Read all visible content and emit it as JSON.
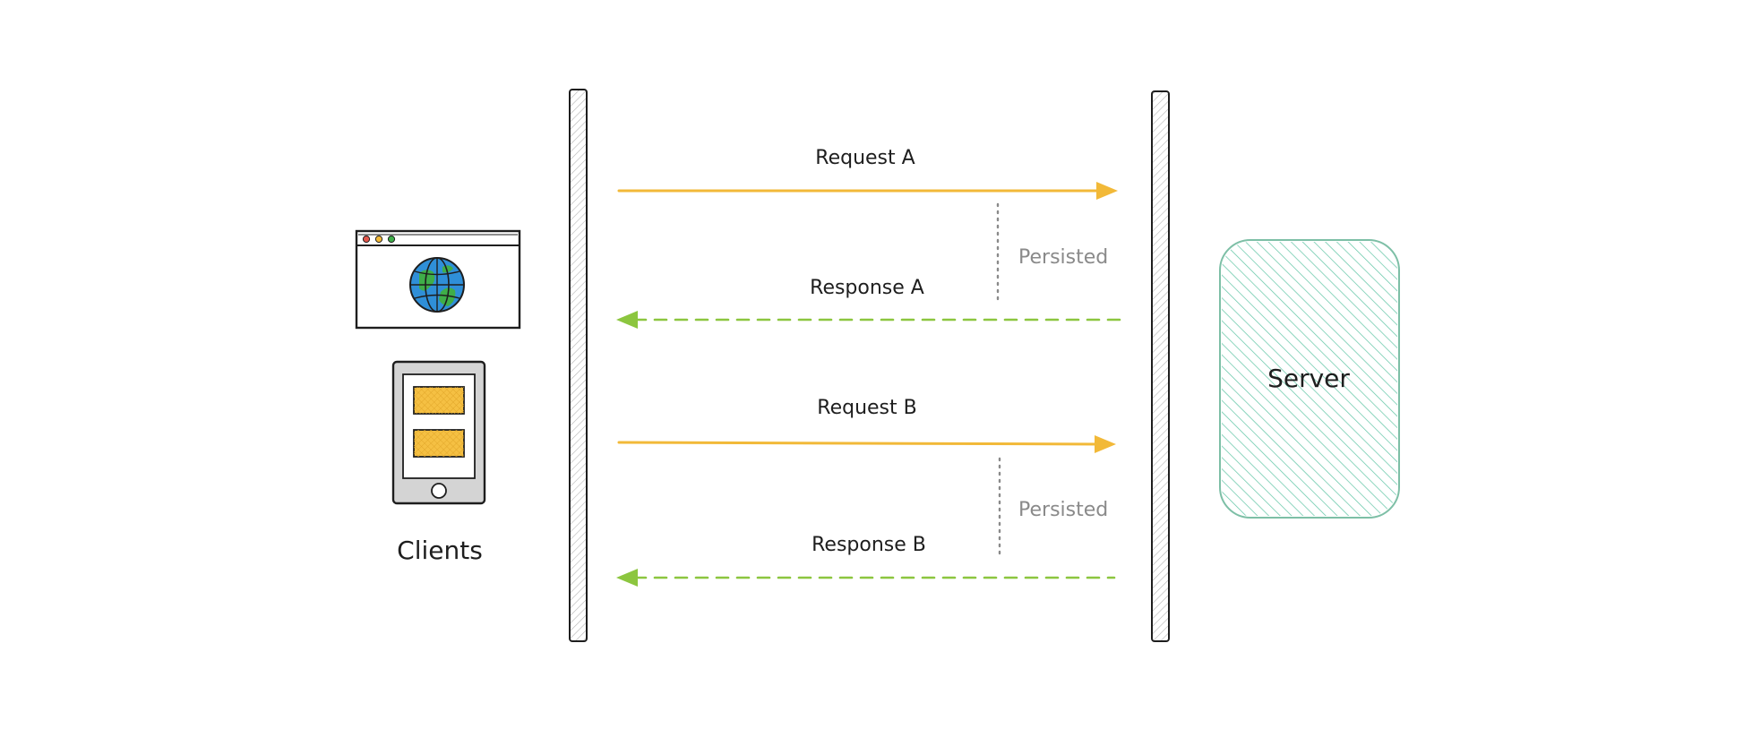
{
  "diagram": {
    "clients_label": "Clients",
    "server_label": "Server",
    "messages": [
      {
        "label": "Request A",
        "direction": "to-server",
        "style": "solid"
      },
      {
        "label": "Response A",
        "direction": "to-client",
        "style": "dashed"
      },
      {
        "label": "Request B",
        "direction": "to-server",
        "style": "solid"
      },
      {
        "label": "Response B",
        "direction": "to-client",
        "style": "dashed"
      }
    ],
    "persisted_notes": [
      "Persisted",
      "Persisted"
    ]
  },
  "colors": {
    "request": "#f2b938",
    "response": "#8cc63f",
    "server_fill": "#5fc4a4",
    "server_stroke": "#7dbfa6",
    "muted": "#8a8a8a",
    "ink": "#1e1e1e",
    "globe": "#2f8fd8",
    "land": "#3fae49",
    "card": "#f5c043"
  },
  "icons": {
    "browser": "browser-window-icon",
    "globe": "globe-icon",
    "tablet": "tablet-icon"
  }
}
